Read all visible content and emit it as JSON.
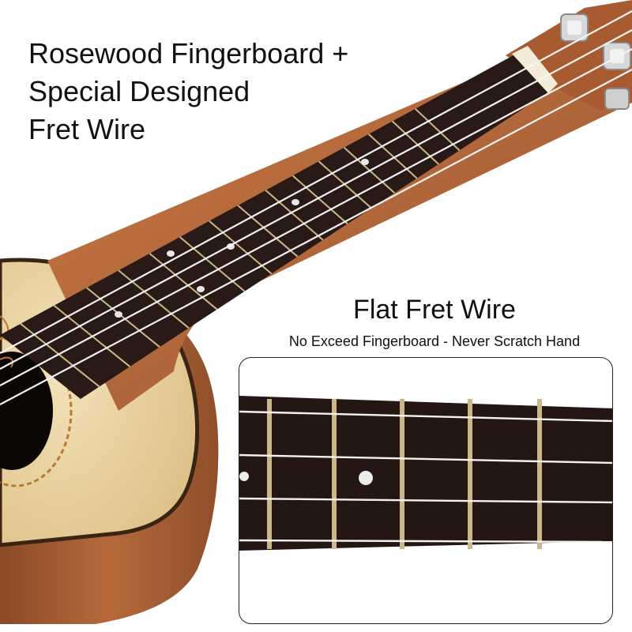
{
  "headline": {
    "lines": [
      "Rosewood Fingerboard +",
      "Special Designed",
      "Fret Wire"
    ]
  },
  "callout": {
    "title": "Flat Fret Wire",
    "subtitle": "No Exceed Fingerboard - Never Scratch Hand"
  },
  "colors": {
    "background": "#ffffff",
    "fingerboard": "#2a1a17",
    "spruce_top": "#ecd6a6",
    "mahogany": "#b86c3d",
    "fret_wire": "#c9b98a",
    "string": "#f4f4f4",
    "text": "#111111"
  }
}
